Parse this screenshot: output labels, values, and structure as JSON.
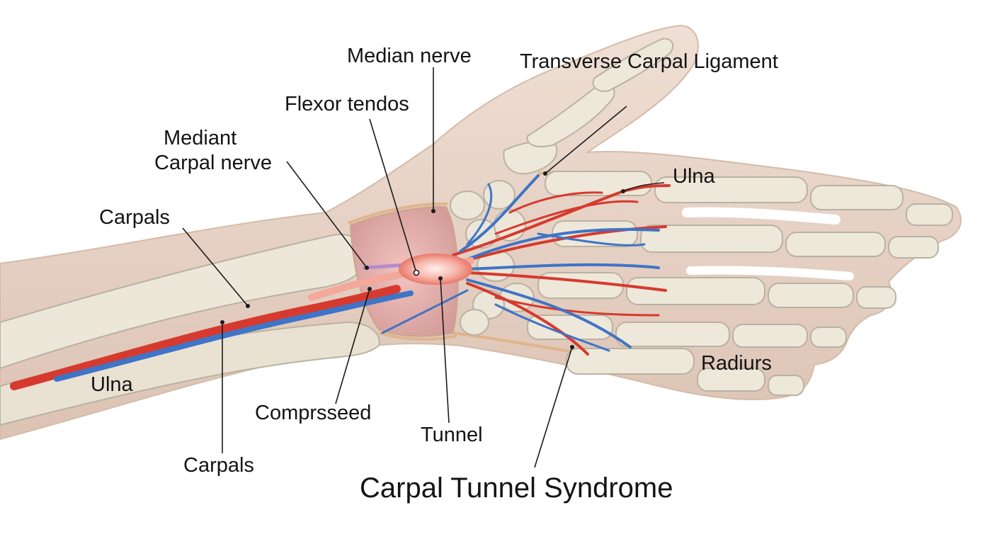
{
  "title": "Carpal Tunnel Syndrome",
  "labels": {
    "median_nerve": "Median nerve",
    "transverse_carpal_ligament": "Transverse Carpal Ligament",
    "flexor_tendos": "Flexor tendos",
    "mediant_line1": "Mediant",
    "mediant_line2": "Carpal nerve",
    "ulna_right": "Ulna",
    "carpals_left": "Carpals",
    "ulna_left": "Ulna",
    "radiurs": "Radiurs",
    "comprsseed": "Comprsseed",
    "tunnel": "Tunnel",
    "carpals_bottom": "Carpals"
  },
  "colors": {
    "skin": "#ead8cc",
    "skin_shadow": "#d9c1b2",
    "bone": "#ede7d9",
    "bone_edge": "#b9b2a2",
    "artery": "#d63a2e",
    "vein": "#3f74c6",
    "nerve": "#f3a89a",
    "tunnel_tissue": "#d9a3a0",
    "ligament": "#e0b48c",
    "text": "#141414"
  }
}
